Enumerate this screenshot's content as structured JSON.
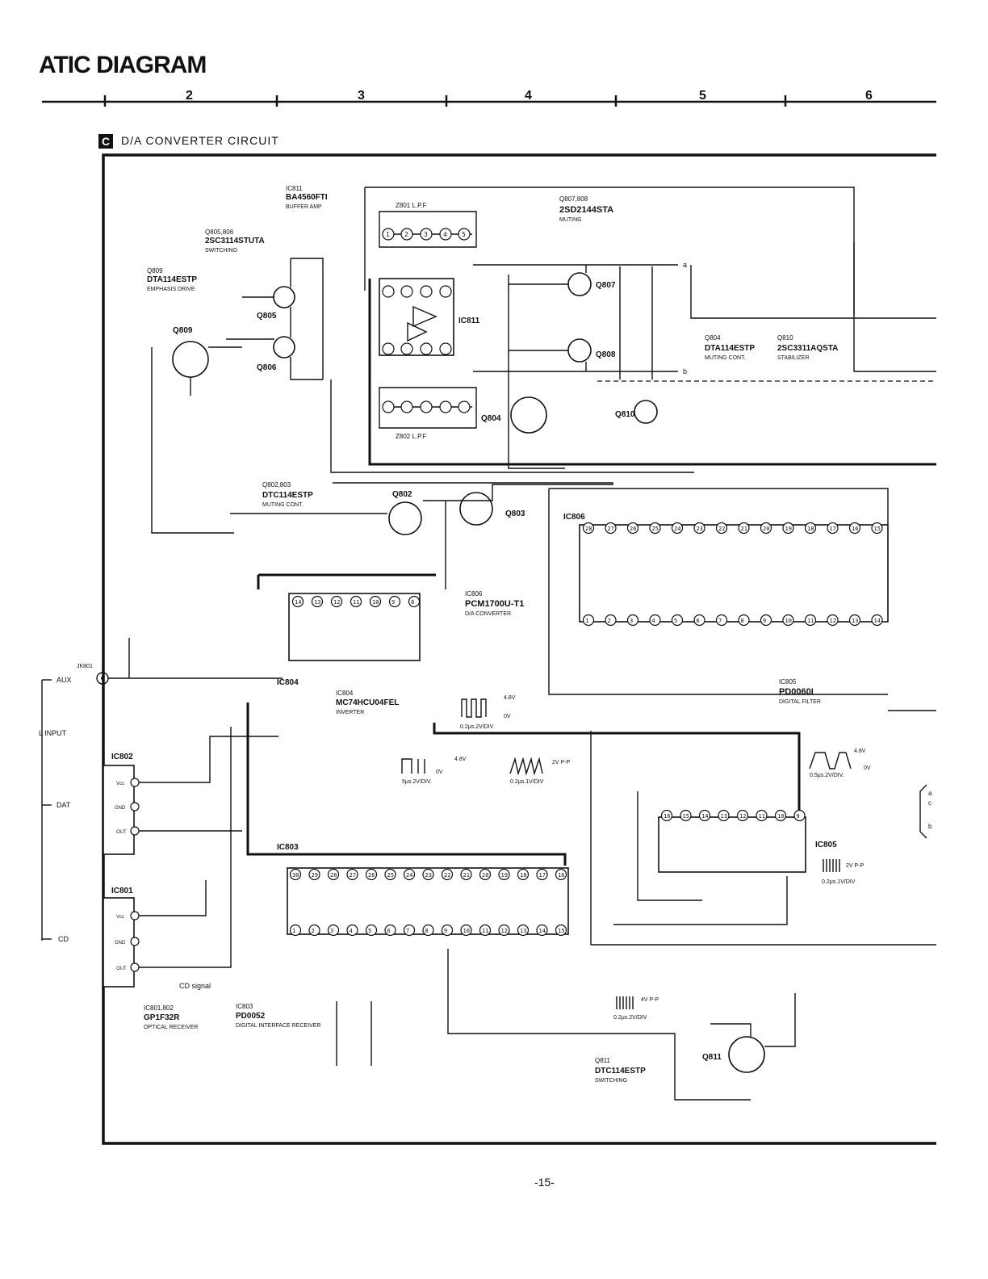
{
  "header": {
    "title": "ATIC DIAGRAM",
    "columns": [
      "2",
      "3",
      "4",
      "5",
      "6"
    ]
  },
  "section": {
    "badge": "C",
    "title": "D/A CONVERTER CIRCUIT"
  },
  "components": {
    "ic811": {
      "ref": "IC811",
      "part": "BA4560FTI",
      "desc": "BUFFER AMP"
    },
    "q805": {
      "ref": "Q805,806",
      "part": "2SC3114STUTA",
      "desc": "SWITCHING"
    },
    "q809": {
      "ref": "Q809",
      "part": "DTA114ESTP",
      "desc": "EMPHASIS DRIVE"
    },
    "q807": {
      "ref": "Q807,808",
      "part": "2SD2144STA",
      "desc": "MUTING"
    },
    "q804": {
      "ref": "Q804",
      "part": "DTA114ESTP",
      "desc": "MUTING CONT."
    },
    "q810": {
      "ref": "Q810",
      "part": "2SC3311AQSTA",
      "desc": "STABILIZER"
    },
    "q802": {
      "ref": "Q802,803",
      "part": "DTC114ESTP",
      "desc": "MUTING CONT."
    },
    "ic806": {
      "ref": "IC806",
      "part": "PCM1700U-T1",
      "desc": "D/A CONVERTER"
    },
    "ic804": {
      "ref": "IC804",
      "part": "MC74HCU04FEL",
      "desc": "INVERTER"
    },
    "ic805": {
      "ref": "IC805",
      "part": "PD0060I",
      "desc": "DIGITAL FILTER"
    },
    "ic801": {
      "ref": "IC801,802",
      "part": "GP1F32R",
      "desc": "OPTICAL RECEIVER"
    },
    "ic803": {
      "ref": "IC803",
      "part": "PD0052",
      "desc": "DIGITAL INTERFACE RECEIVER"
    },
    "q811": {
      "ref": "Q811",
      "part": "DTC114ESTP",
      "desc": "SWITCHING"
    }
  },
  "labels": {
    "q805": "Q805",
    "q806": "Q806",
    "q807": "Q807",
    "q808": "Q808",
    "q809": "Q809",
    "q804": "Q804",
    "q810": "Q810",
    "q802": "Q802",
    "q803": "Q803",
    "q811": "Q811",
    "ic811": "IC811",
    "ic806": "IC806",
    "ic804": "IC804",
    "ic805": "IC805",
    "ic803": "IC803",
    "ic802": "IC802",
    "ic801": "IC801",
    "jk801": "JK801",
    "aux": "AUX",
    "digital_input": "L INPUT",
    "dat": "DAT",
    "cd": "CD",
    "cd_signal": "CD signal",
    "z801": "Z801  L.P.F",
    "z802": "Z802  L.P.F",
    "vcc": "Vcc",
    "gnd": "GND",
    "out": "OUT"
  },
  "waveforms": [
    {
      "id": "w1",
      "amplitude": "4.8V",
      "base": "0V",
      "timebase": "0.2μs.2V/DIV"
    },
    {
      "id": "w2",
      "amplitude": "4.8V",
      "base": "0V",
      "timebase": "5μs.2V/DIV."
    },
    {
      "id": "w3",
      "amplitude": "2V P-P",
      "timebase": "0.2μs.1V/DIV"
    },
    {
      "id": "w4",
      "amplitude": "4.8V",
      "base": "0V",
      "timebase": "0.5μs.2V/DIV."
    },
    {
      "id": "w5",
      "amplitude": "2V P-P",
      "timebase": "0.2μs.1V/DIV"
    },
    {
      "id": "w6",
      "amplitude": "4V P-P",
      "timebase": "0.2μs.2V/DIV"
    }
  ],
  "page_number": "-15-"
}
